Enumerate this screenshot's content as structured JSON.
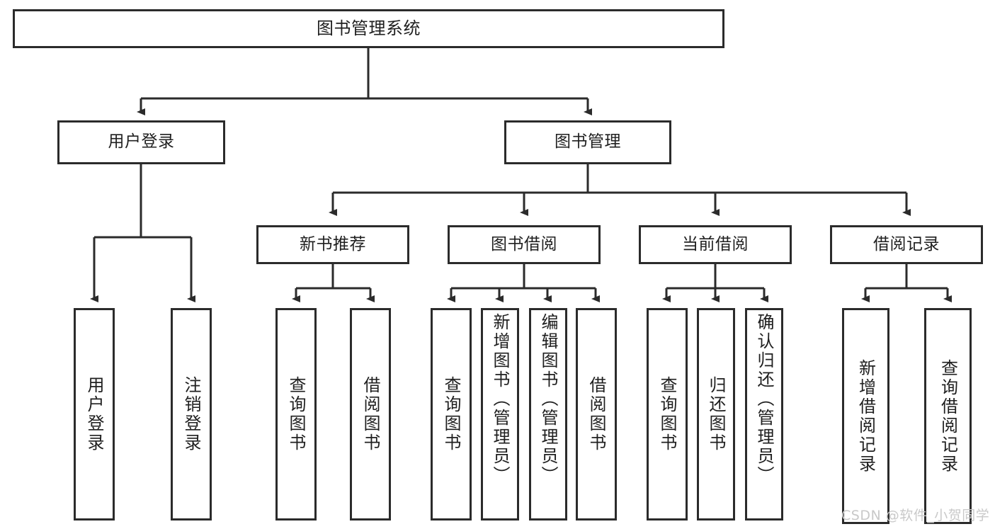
{
  "diagram": {
    "title": "图书管理系统",
    "type": "功能结构图",
    "stroke_color": "#2b2b2b",
    "text_color": "#1f1f1f",
    "background_color": "#ffffff"
  },
  "root": {
    "label": "图书管理系统"
  },
  "level2": [
    {
      "label": "用户登录"
    },
    {
      "label": "图书管理"
    }
  ],
  "level3": [
    {
      "label": "新书推荐"
    },
    {
      "label": "图书借阅"
    },
    {
      "label": "当前借阅"
    },
    {
      "label": "借阅记录"
    }
  ],
  "leaves": {
    "user_login": [
      {
        "label": "用户登录"
      },
      {
        "label": "注销登录"
      }
    ],
    "new_book_recommend": [
      {
        "label": "查询图书"
      },
      {
        "label": "借阅图书"
      }
    ],
    "book_borrow": [
      {
        "label": "查询图书"
      },
      {
        "label": "新增图书（管理员）"
      },
      {
        "label": "编辑图书（管理员）"
      },
      {
        "label": "借阅图书"
      }
    ],
    "current_borrow": [
      {
        "label": "查询图书"
      },
      {
        "label": "归还图书"
      },
      {
        "label": "确认归还（管理员）"
      }
    ],
    "borrow_record": [
      {
        "label": "新增借阅记录"
      },
      {
        "label": "查询借阅记录"
      }
    ]
  },
  "watermark": {
    "text": "CSDN @软件_小贺同学",
    "color": "#c9c9c9"
  }
}
